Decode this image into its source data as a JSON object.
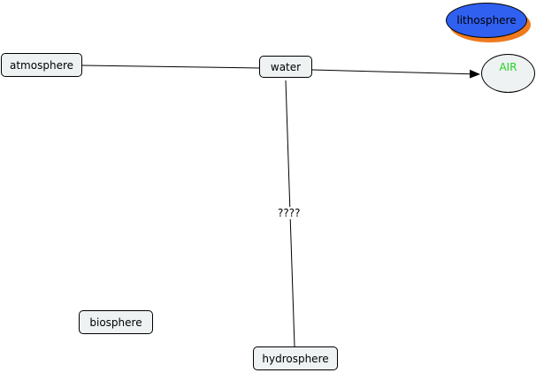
{
  "concept_map": {
    "nodes": {
      "atmosphere": "atmosphere",
      "water": "water",
      "air": "AIR",
      "lithosphere": "lithosphere",
      "biosphere": "biosphere",
      "hydrosphere": "hydrosphere"
    },
    "links": {
      "water_to_hydrosphere_label": "????"
    },
    "colors": {
      "node_fill": "#eef2f3",
      "air_text": "#22d422",
      "lithosphere_fill": "#3060f0",
      "lithosphere_shadow": "#f07a1c"
    }
  }
}
